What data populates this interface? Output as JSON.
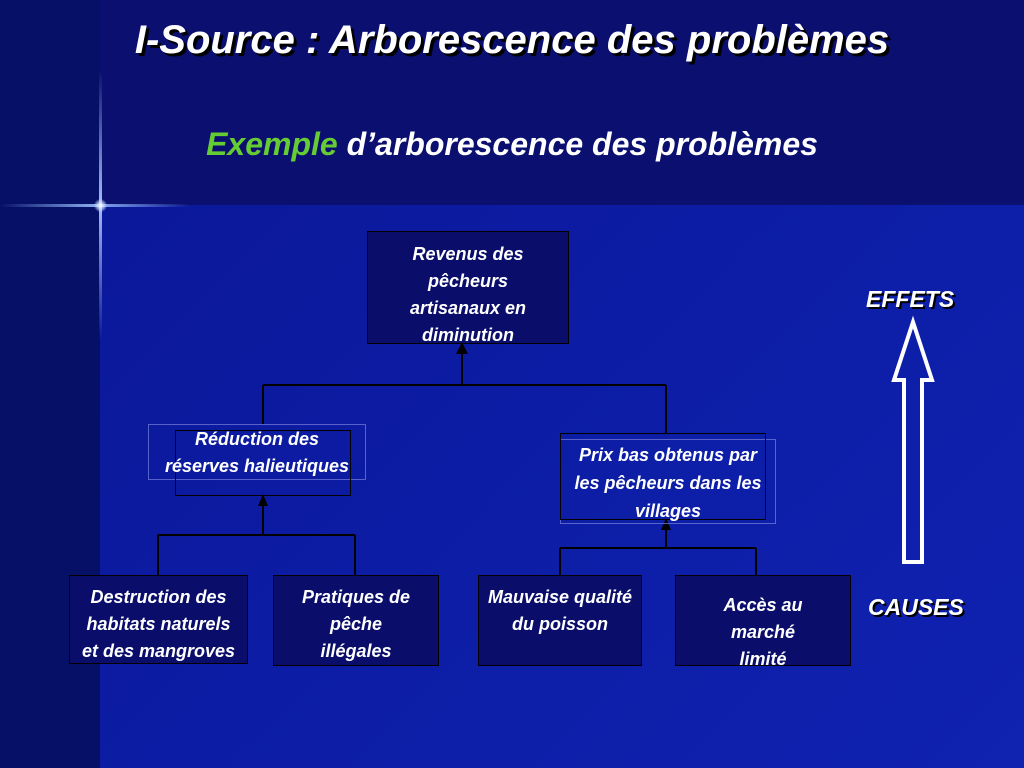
{
  "slide": {
    "title": "I-Source : Arborescence des problèmes",
    "subtitle_accent": "Exemple",
    "subtitle_rest": "d’arborescence des problèmes"
  },
  "tree": {
    "top": "Revenus des pêcheurs artisanaux en diminution",
    "mid_left": "Réduction des réserves halieutiques",
    "mid_right": "Prix bas obtenus par les pêcheurs dans les villages",
    "leaf_1": "Destruction des habitats naturels et des mangroves",
    "leaf_2": "Pratiques de pêche illégales",
    "leaf_3": "Mauvaise qualité du poisson",
    "leaf_4": "Accès au marché limité"
  },
  "legend": {
    "effects": "EFFETS",
    "causes": "CAUSES"
  },
  "colors": {
    "accent": "#66cc33",
    "box_fill": "#0a0e6a",
    "text": "#ffffff"
  }
}
